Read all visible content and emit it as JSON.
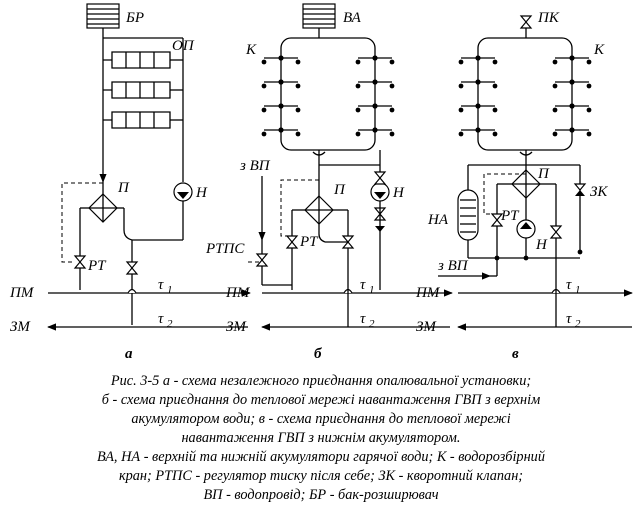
{
  "diagram_a": {
    "tank_label": "БР",
    "radiator_label": "ОП",
    "heat_exchanger_label": "П",
    "pump_label": "Н",
    "regulator_label": "РТ",
    "supply_label": "ПМ",
    "return_label": "ЗМ",
    "tau1": "τ",
    "tau1_sub": "1",
    "tau2": "τ",
    "tau2_sub": "2",
    "panel_letter": "а"
  },
  "diagram_b": {
    "tank_label": "ВА",
    "tap_label": "К",
    "cold_water_label": "з ВП",
    "heat_exchanger_label": "П",
    "pump_label": "Н",
    "regulator_label": "РТ",
    "pressure_regulator_label": "РТПС",
    "supply_label": "ПМ",
    "return_label": "ЗМ",
    "tau1": "τ",
    "tau1_sub": "1",
    "tau2": "τ",
    "tau2_sub": "2",
    "panel_letter": "б"
  },
  "diagram_c": {
    "valve_top_label": "ПК",
    "tap_label": "К",
    "heat_exchanger_label": "П",
    "accumulator_label": "НА",
    "regulator_label": "РТ",
    "check_valve_label": "ЗК",
    "pump_label": "Н",
    "cold_water_label": "з ВП",
    "supply_label": "ПМ",
    "return_label": "ЗМ",
    "tau1": "τ",
    "tau1_sub": "1",
    "tau2": "τ",
    "tau2_sub": "2",
    "panel_letter": "в"
  },
  "caption": {
    "line1": "Рис. 3-5 а - схема незалежного приєднання опалювальної установки;",
    "line2": "б - схема приєднання до теплової мережі навантаження ГВП з верхнім",
    "line3": "акумулятором води; в - схема приєднання до теплової мережі",
    "line4": "навантаження ГВП з нижнім акумулятором.",
    "line5": "ВА, НА - верхній та нижній акумулятори гарячої води; К - водорозбірний",
    "line6": "кран; РТПС - регулятор тиску після себе; ЗК - кворотний клапан;",
    "line7": "ВП - водопровід; БР - бак-розширювач"
  }
}
